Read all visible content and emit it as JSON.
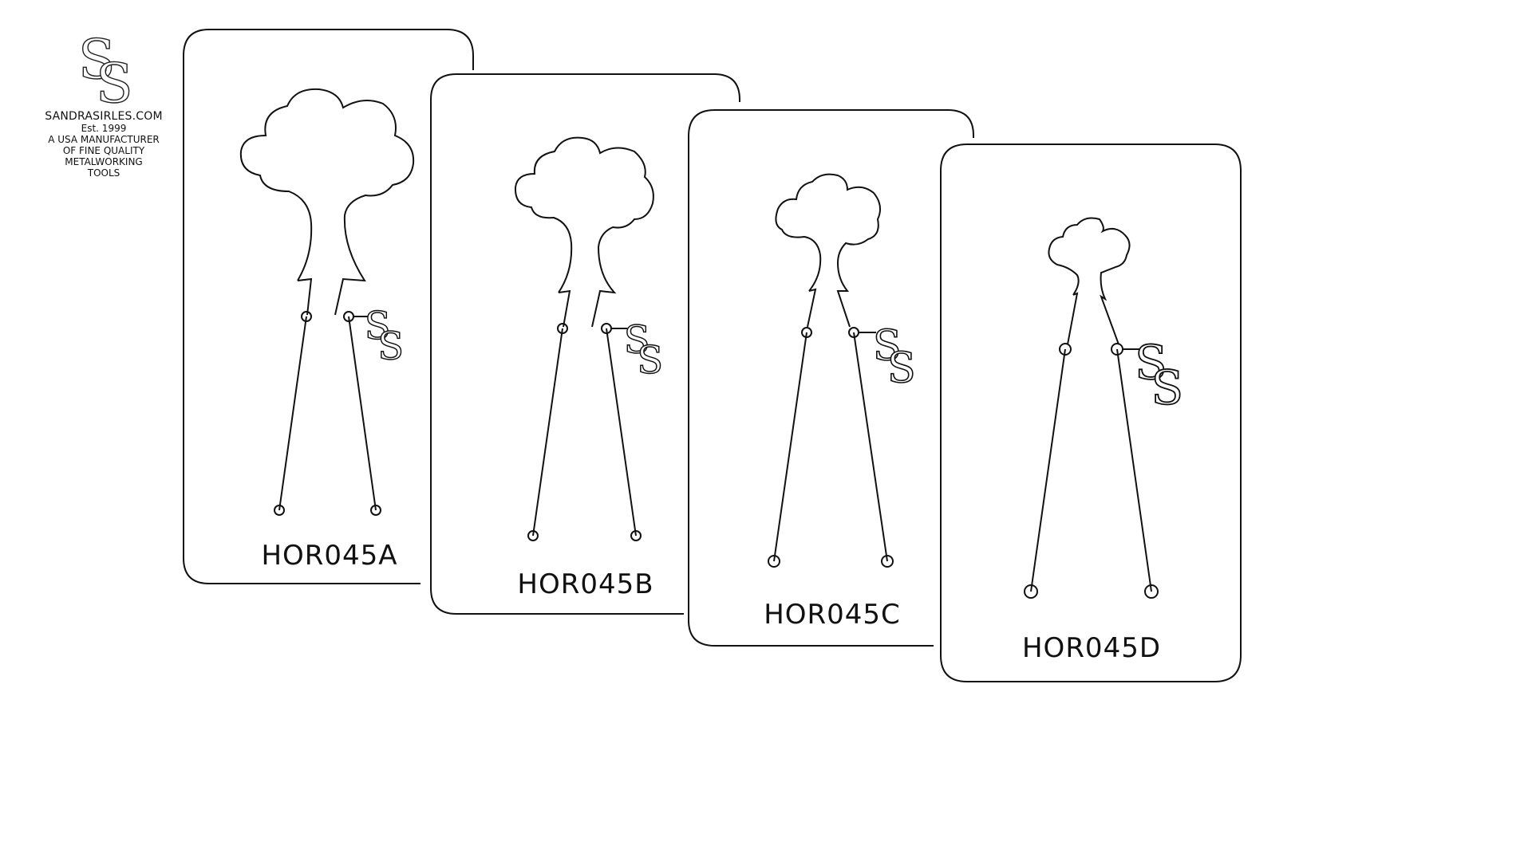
{
  "brand": {
    "logo_icon": "ss-monogram-icon",
    "site": "SANDRASIRLES.COM",
    "established": "Est. 1999",
    "tagline_lines": [
      "A USA MANUFACTURER",
      "OF FINE QUALITY",
      "METALWORKING",
      "TOOLS"
    ]
  },
  "cards": [
    {
      "label": "HOR045A",
      "size": "A"
    },
    {
      "label": "HOR045B",
      "size": "B"
    },
    {
      "label": "HOR045C",
      "size": "C"
    },
    {
      "label": "HOR045D",
      "size": "D"
    }
  ],
  "colors": {
    "stroke": "#111111",
    "background": "#ffffff"
  }
}
